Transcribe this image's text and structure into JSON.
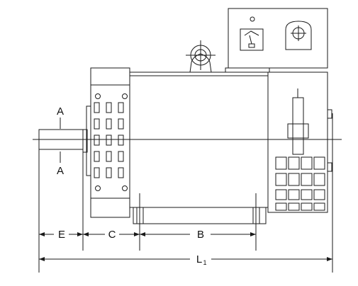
{
  "diagram": {
    "labels": {
      "section_top": "A",
      "section_bottom": "A",
      "dim_e": "E",
      "dim_c": "C",
      "dim_b": "B",
      "dim_l": "L",
      "dim_l_sub": "1"
    },
    "colors": {
      "line": "#1a1a1a",
      "background": "#ffffff"
    },
    "icons": [
      "crosshair-icon",
      "gauge-icon",
      "lifting-eye-icon"
    ]
  }
}
